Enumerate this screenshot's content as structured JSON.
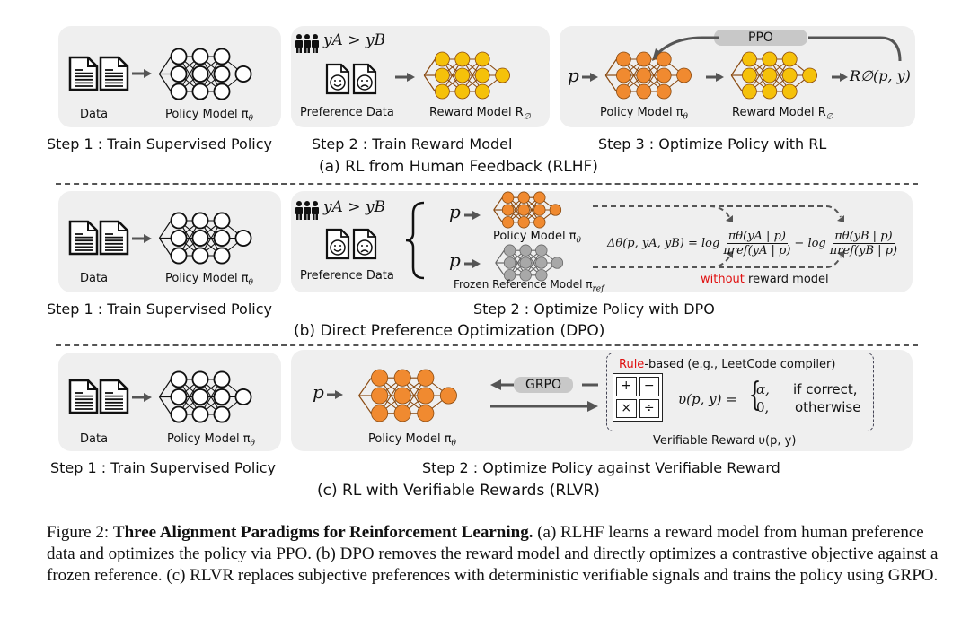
{
  "figure": {
    "sections": [
      {
        "id": "a",
        "title": "(a) RL from Human Feedback (RLHF)",
        "steps": [
          {
            "label": "Step 1 : Train Supervised Policy",
            "items": [
              "Data",
              "Policy Model π",
              "θ"
            ]
          },
          {
            "label": "Step 2 : Train Reward Model",
            "items": [
              "Preference Data",
              "Reward Model R",
              "∅"
            ]
          },
          {
            "label": "Step 3 : Optimize Policy with RL",
            "items": [
              "Policy Model π",
              "θ",
              "Reward Model R",
              "∅"
            ]
          }
        ],
        "ppo_label": "PPO",
        "input_p": "p",
        "output": "R∅(p, y)",
        "pref_a": "yA",
        "pref_b": "yB",
        "pref_symbol": "›"
      },
      {
        "id": "b",
        "title": "(b) Direct Preference Optimization (DPO)",
        "steps": [
          {
            "label": "Step 1 : Train Supervised Policy",
            "items": [
              "Data",
              "Policy Model π",
              "θ"
            ]
          },
          {
            "label": "Step 2 : Optimize Policy with DPO",
            "items": [
              "Preference Data",
              "Policy Model π",
              "θ",
              "Frozen Reference Model π",
              "ref"
            ]
          }
        ],
        "formula_lhs": "Δθ(p, yA, yB) = log",
        "formula_frac1_num": "πθ(yA | p)",
        "formula_frac1_den": "πref(yA | p)",
        "formula_minus": "− log",
        "formula_frac2_num": "πθ(yB | p)",
        "formula_frac2_den": "πref(yB | p)",
        "without_word": "without",
        "without_rest": " reward model"
      },
      {
        "id": "c",
        "title": "(c) RL with Verifiable Rewards (RLVR)",
        "steps": [
          {
            "label": "Step 1 : Train Supervised Policy",
            "items": [
              "Data",
              "Policy Model π",
              "θ"
            ]
          },
          {
            "label": "Step 2 : Optimize Policy against Verifiable Reward",
            "items": [
              "Policy Model π",
              "θ"
            ]
          }
        ],
        "grpo_label": "GRPO",
        "rule_word": "Rule",
        "rule_rest": "-based (e.g., LeetCode compiler)",
        "reward_fn": "υ(p, y) =",
        "case1_val": "α,",
        "case1_cond": "if correct,",
        "case2_val": "0,",
        "case2_cond": "otherwise",
        "verifiable_label": "Verifiable Reward υ(p, y)",
        "calc_symbols": [
          "+",
          "−",
          "×",
          "÷"
        ]
      }
    ],
    "caption": {
      "prefix": "Figure 2: ",
      "bold": "Three Alignment Paradigms for Reinforcement Learning.",
      "text": " (a) RLHF learns a reward model from human preference data and optimizes the policy via PPO. (b) DPO removes the reward model and directly optimizes a contrastive objective against a frozen reference. (c) RLVR replaces subjective preferences with deterministic verifiable signals and trains the policy using GRPO."
    },
    "colors": {
      "policy_node": "#f08a30",
      "reward_node": "#f5c10a",
      "frozen_node": "#a8a8a8",
      "white_node": "#ffffff",
      "panel_bg": "#efefef",
      "accent_red": "#e01010"
    }
  }
}
